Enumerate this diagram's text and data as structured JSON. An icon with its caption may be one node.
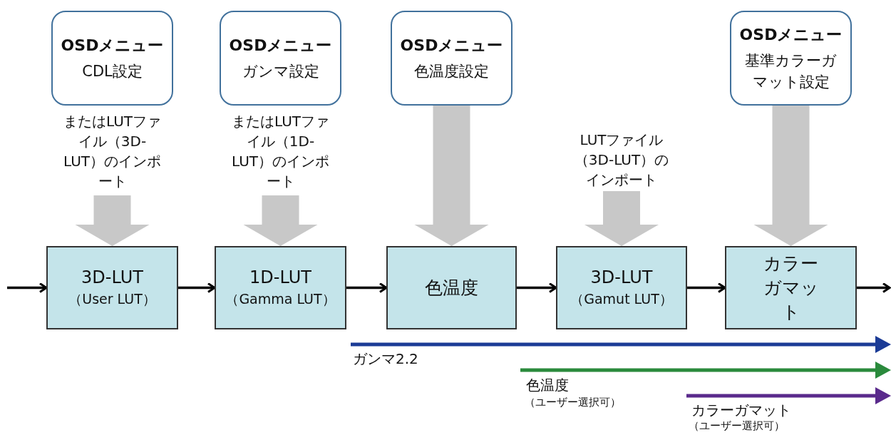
{
  "diagram": {
    "nodes": [
      {
        "text": [
          "OSDメニュー",
          "CDL設定"
        ]
      },
      {
        "text": [
          "OSDメニュー",
          "ガンマ設定"
        ]
      },
      {
        "text": [
          "OSDメニュー",
          "色温度設定"
        ]
      },
      {
        "text": [
          "OSDメニュー",
          "基準カラーガマット設定"
        ]
      },
      {
        "text": [
          "LUTファイル（3D-LUT）のインポート"
        ]
      },
      {
        "text": [
          "3D-LUT",
          "（User LUT）"
        ]
      },
      {
        "text": [
          "1D-LUT",
          "（Gamma LUT）"
        ]
      },
      {
        "text": [
          "色温度"
        ]
      },
      {
        "text": [
          "3D-LUT",
          "（Gamut LUT）"
        ]
      },
      {
        "text": [
          "カラーガマット"
        ]
      }
    ],
    "edges": [
      {
        "from": null,
        "to": 5,
        "arrow": "to"
      },
      {
        "from": 5,
        "to": 6,
        "arrow": "to"
      },
      {
        "from": 6,
        "to": 7,
        "arrow": "to"
      },
      {
        "from": 7,
        "to": 8,
        "arrow": "to"
      },
      {
        "from": 8,
        "to": 9,
        "arrow": "to"
      },
      {
        "from": 9,
        "to": null,
        "arrow": "to"
      },
      {
        "from": 0,
        "to": 5,
        "arrow": "to",
        "style": "thick",
        "color": "#c8c8c8",
        "label": "またはLUTファイル（3D-LUT）のインポート"
      },
      {
        "from": 1,
        "to": 6,
        "arrow": "to",
        "style": "thick",
        "color": "#c8c8c8",
        "label": "またはLUTファイル（1D-LUT）のインポート"
      },
      {
        "from": 2,
        "to": 7,
        "arrow": "to",
        "style": "thick",
        "color": "#c8c8c8"
      },
      {
        "from": 4,
        "to": 8,
        "arrow": "to",
        "style": "thick",
        "color": "#c8c8c8"
      },
      {
        "from": 3,
        "to": 9,
        "arrow": "to",
        "style": "thick",
        "color": "#c8c8c8"
      }
    ],
    "labels": [
      "ガンマ2.2",
      "色温度",
      "（ユーザー選択可）",
      "カラーガマット",
      "（ユーザー選択可）"
    ]
  }
}
